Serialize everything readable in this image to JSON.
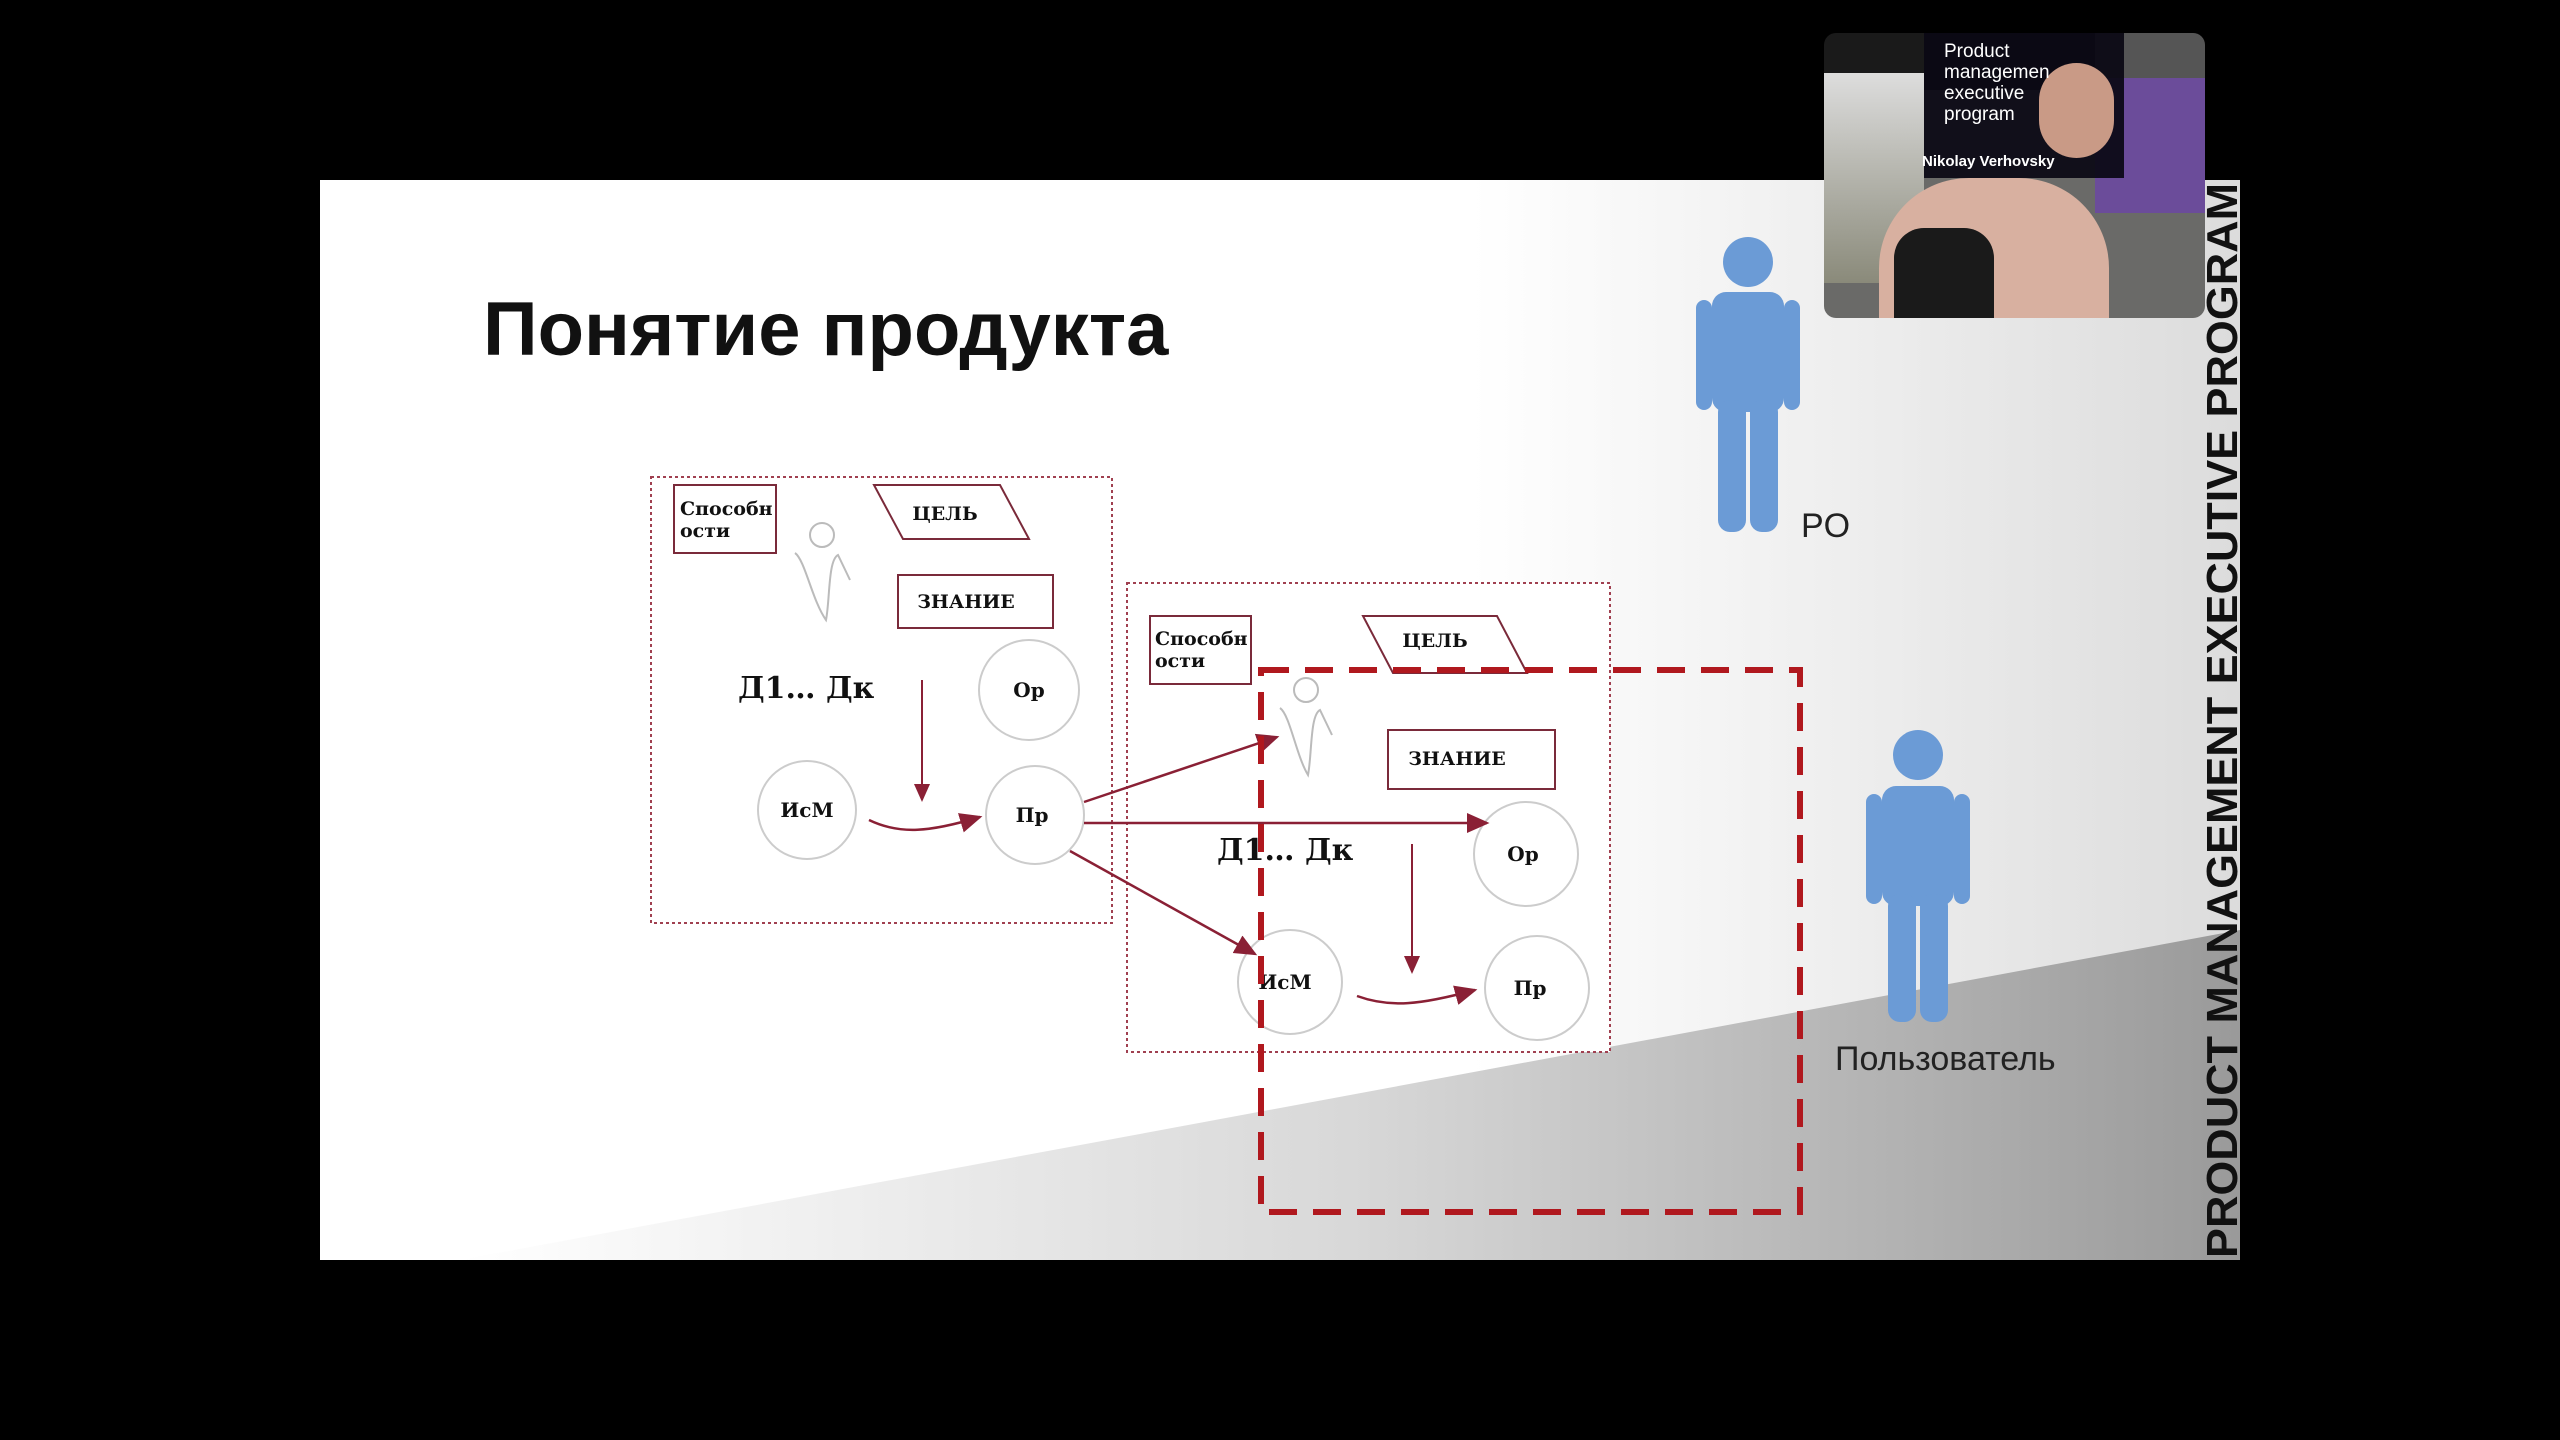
{
  "slide": {
    "title": "Понятие продукта",
    "side_banner": "PRODUCT MANAGEMENT EXECUTIVE PROGRAM",
    "roles": {
      "po": "PO",
      "user": "Пользователь"
    },
    "diagram": {
      "abilities": [
        "Способн",
        "ости"
      ],
      "goal": "ЦЕЛЬ",
      "knowledge": "ЗНАНИЕ",
      "actions": "Д1… Дк",
      "or": "Ор",
      "ism": "ИсМ",
      "pr": "Пр"
    }
  },
  "video": {
    "overlay_title": [
      "Product",
      "managemen",
      "executive",
      "program"
    ],
    "speaker_name": "Nikolay Verhovsky"
  },
  "colors": {
    "figure": "#6b9bd6",
    "accent": "#b0181e",
    "arrow": "#8a2035"
  }
}
